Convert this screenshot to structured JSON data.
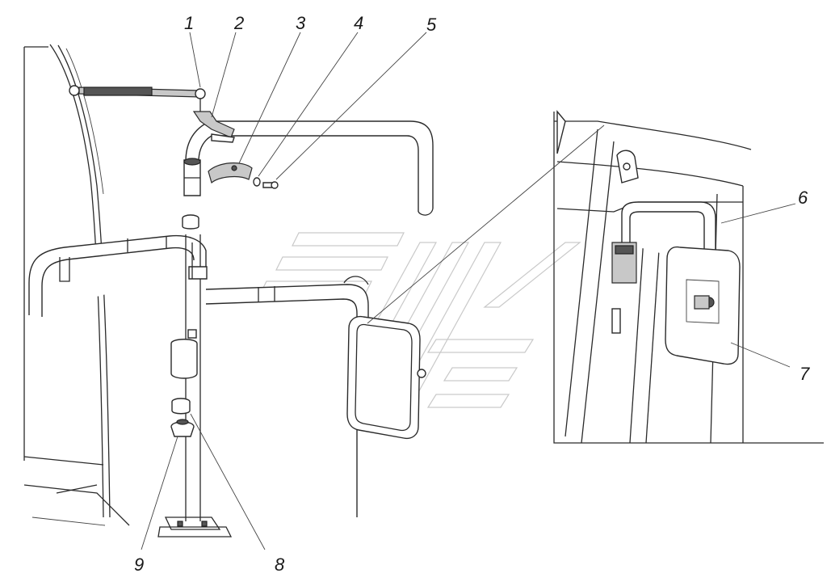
{
  "callouts": [
    {
      "id": "1",
      "label": "1"
    },
    {
      "id": "2",
      "label": "2"
    },
    {
      "id": "3",
      "label": "3"
    },
    {
      "id": "4",
      "label": "4"
    },
    {
      "id": "5",
      "label": "5"
    },
    {
      "id": "6",
      "label": "6"
    },
    {
      "id": "7",
      "label": "7"
    },
    {
      "id": "8",
      "label": "8"
    },
    {
      "id": "9",
      "label": "9"
    }
  ],
  "colors": {
    "line": "#2a2a2a",
    "shade": "#c8c8c8",
    "watermark": "#c9c9c9",
    "background": "#ffffff"
  }
}
